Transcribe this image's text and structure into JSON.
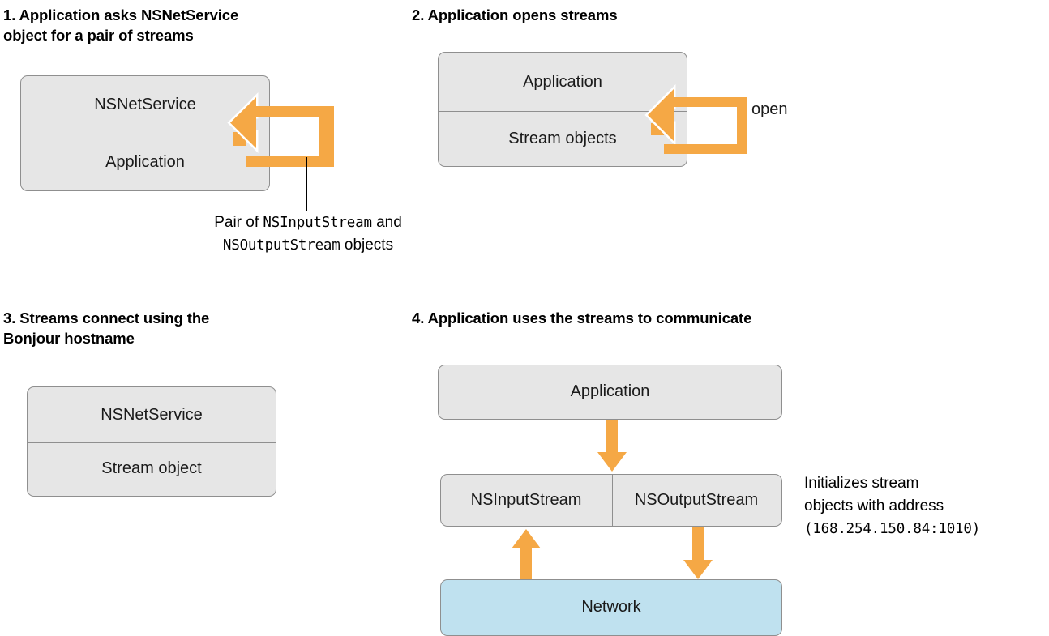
{
  "colors": {
    "arrow_orange": "#f5a845",
    "box_gray": "#e6e6e6",
    "box_border": "#8f8f8f",
    "network_blue": "#bfe1ef",
    "text": "#000000",
    "background": "#ffffff"
  },
  "panels": {
    "panel1": {
      "heading": "1. Application asks NSNetService\n    object for a pair of streams",
      "box": {
        "top_label": "NSNetService",
        "bottom_label": "Application"
      },
      "arrow_name": "hook-arrow-left",
      "caption_line1_prefix": "Pair of ",
      "caption_line1_mono": "NSInputStream",
      "caption_line1_suffix": " and",
      "caption_line2_mono": "NSOutputStream",
      "caption_line2_suffix": " objects"
    },
    "panel2": {
      "heading": "2. Application opens streams",
      "box": {
        "top_label": "Application",
        "bottom_label": "Stream objects"
      },
      "arrow_label": "open",
      "arrow_name": "hook-arrow-left"
    },
    "panel3": {
      "heading": "3. Streams connect using the\n    Bonjour hostname",
      "box": {
        "top_label": "NSNetService",
        "bottom_label": "Stream object"
      }
    },
    "panel4": {
      "heading": "4. Application uses the streams to communicate",
      "application_label": "Application",
      "input_stream_label": "NSInputStream",
      "output_stream_label": "NSOutputStream",
      "network_label": "Network",
      "side_note_line1": "Initializes stream",
      "side_note_line2": "objects with address",
      "side_note_address": "(168.254.150.84:1010)"
    }
  }
}
